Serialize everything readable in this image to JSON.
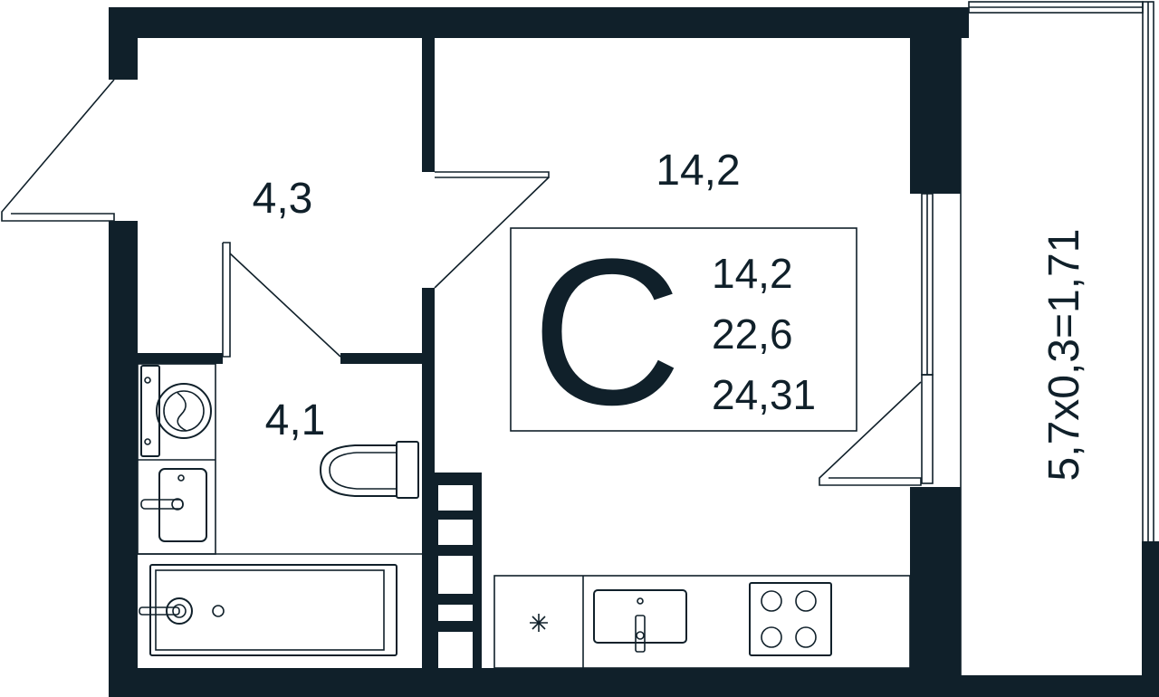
{
  "plan": {
    "colors": {
      "wall": "#10202a",
      "background": "#ffffff"
    },
    "rooms": [
      {
        "id": "hallway",
        "area": "4,3"
      },
      {
        "id": "bathroom",
        "area": "4,1"
      },
      {
        "id": "living",
        "area": "14,2"
      }
    ],
    "balcony": {
      "label": "5,7x0,3=1,71"
    },
    "summary": {
      "type_letter": "С",
      "living_area": "14,2",
      "total_area": "22,6",
      "total_with_balcony": "24,31"
    },
    "fixtures": [
      "washing-machine-icon",
      "sink-icon",
      "toilet-icon",
      "bathtub-icon",
      "fridge-icon",
      "kitchen-sink-icon",
      "stove-icon"
    ]
  }
}
